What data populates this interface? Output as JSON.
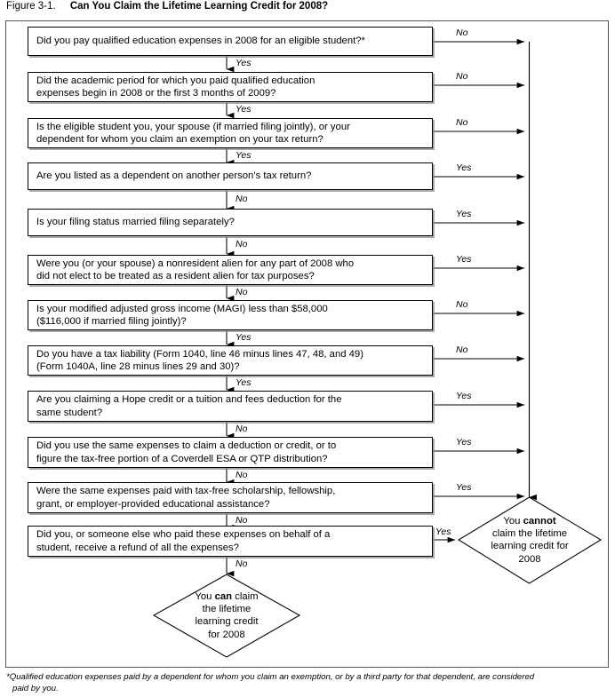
{
  "figure": {
    "label": "Figure 3-1.",
    "caption": "Can You Claim the Lifetime Learning Credit for 2008?"
  },
  "colors": {
    "box_border": "#000000",
    "box_shadow": "#8c8c8c",
    "frame_border": "#555555",
    "background": "#ffffff",
    "text": "#000000"
  },
  "chart_data": {
    "type": "diagram",
    "title": "Can You Claim the Lifetime Learning Credit for 2008?",
    "nodes": [
      {
        "id": "q1",
        "type": "decision-box",
        "lines": [
          "Did you pay qualified education expenses in 2008 for an eligible student?*"
        ]
      },
      {
        "id": "q2",
        "type": "decision-box",
        "lines": [
          "Did the academic period for which you paid qualified education",
          "expenses begin in 2008 or the first 3 months of 2009?"
        ]
      },
      {
        "id": "q3",
        "type": "decision-box",
        "lines": [
          "Is the eligible student you, your spouse (if married filing jointly), or your",
          "dependent for whom you claim an exemption on your tax return?"
        ]
      },
      {
        "id": "q4",
        "type": "decision-box",
        "lines": [
          "Are you listed as a dependent on another person’s tax return?"
        ]
      },
      {
        "id": "q5",
        "type": "decision-box",
        "lines": [
          "Is your filing status married filing separately?"
        ]
      },
      {
        "id": "q6",
        "type": "decision-box",
        "lines": [
          "Were you (or your spouse) a nonresident alien for any part of 2008 who",
          "did not elect to be treated as a resident alien for tax purposes?"
        ]
      },
      {
        "id": "q7",
        "type": "decision-box",
        "lines": [
          "Is your modified adjusted gross income (MAGI) less than $58,000",
          "($116,000 if married filing jointly)?"
        ]
      },
      {
        "id": "q8",
        "type": "decision-box",
        "lines": [
          "Do you have a tax liability (Form 1040, line 46 minus lines 47, 48, and 49)",
          "(Form 1040A, line 28 minus lines 29 and 30)?"
        ]
      },
      {
        "id": "q9",
        "type": "decision-box",
        "lines": [
          "Are you claiming a Hope credit or a tuition and fees deduction for the",
          "same student?"
        ]
      },
      {
        "id": "q10",
        "type": "decision-box",
        "lines": [
          "Did you use the same expenses to claim a deduction or credit, or to",
          "figure the tax-free portion of a Coverdell ESA or QTP distribution?"
        ]
      },
      {
        "id": "q11",
        "type": "decision-box",
        "lines": [
          "Were the same expenses paid with tax-free scholarship, fellowship,",
          "grant, or employer-provided educational assistance?"
        ]
      },
      {
        "id": "q12",
        "type": "decision-box",
        "lines": [
          "Did you, or someone else who paid these expenses on behalf of a",
          "student, receive a refund of all the expenses?"
        ]
      },
      {
        "id": "cannot",
        "type": "terminal-diamond",
        "lines": [
          "You cannot",
          "claim the lifetime",
          "learning credit for",
          "2008"
        ],
        "bold_word": "cannot"
      },
      {
        "id": "can",
        "type": "terminal-diamond",
        "lines": [
          "You can claim",
          "the lifetime",
          "learning credit",
          "for 2008"
        ],
        "bold_word": "can"
      }
    ],
    "edges": [
      {
        "from": "q1",
        "to": "q2",
        "label": "Yes"
      },
      {
        "from": "q1",
        "to": "cannot",
        "label": "No"
      },
      {
        "from": "q2",
        "to": "q3",
        "label": "Yes"
      },
      {
        "from": "q2",
        "to": "cannot",
        "label": "No"
      },
      {
        "from": "q3",
        "to": "q4",
        "label": "Yes"
      },
      {
        "from": "q3",
        "to": "cannot",
        "label": "No"
      },
      {
        "from": "q4",
        "to": "q5",
        "label": "No"
      },
      {
        "from": "q4",
        "to": "cannot",
        "label": "Yes"
      },
      {
        "from": "q5",
        "to": "q6",
        "label": "No"
      },
      {
        "from": "q5",
        "to": "cannot",
        "label": "Yes"
      },
      {
        "from": "q6",
        "to": "q7",
        "label": "No"
      },
      {
        "from": "q6",
        "to": "cannot",
        "label": "Yes"
      },
      {
        "from": "q7",
        "to": "q8",
        "label": "Yes"
      },
      {
        "from": "q7",
        "to": "cannot",
        "label": "No"
      },
      {
        "from": "q8",
        "to": "q9",
        "label": "Yes"
      },
      {
        "from": "q8",
        "to": "cannot",
        "label": "No"
      },
      {
        "from": "q9",
        "to": "q10",
        "label": "No"
      },
      {
        "from": "q9",
        "to": "cannot",
        "label": "Yes"
      },
      {
        "from": "q10",
        "to": "q11",
        "label": "No"
      },
      {
        "from": "q10",
        "to": "cannot",
        "label": "Yes"
      },
      {
        "from": "q11",
        "to": "q12",
        "label": "No"
      },
      {
        "from": "q11",
        "to": "cannot",
        "label": "Yes"
      },
      {
        "from": "q12",
        "to": "can",
        "label": "No"
      },
      {
        "from": "q12",
        "to": "cannot",
        "label": "Yes"
      }
    ]
  },
  "branch_labels": {
    "b1_no": "No",
    "b1_yes": "Yes",
    "b2_no": "No",
    "b2_yes": "Yes",
    "b3_no": "No",
    "b3_yes": "Yes",
    "b4_yes": "Yes",
    "b4_no": "No",
    "b5_yes": "Yes",
    "b5_no": "No",
    "b6_yes": "Yes",
    "b6_no": "No",
    "b7_no": "No",
    "b7_yes": "Yes",
    "b8_no": "No",
    "b8_yes": "Yes",
    "b9_yes": "Yes",
    "b9_no": "No",
    "b10_yes": "Yes",
    "b10_no": "No",
    "b11_yes": "Yes",
    "b11_no": "No",
    "b12_yes": "Yes",
    "b12_no": "No"
  },
  "terminals": {
    "cannot": {
      "l1_pre": "You ",
      "l1_bold": "cannot",
      "l2": "claim the lifetime",
      "l3": "learning credit for",
      "l4": "2008"
    },
    "can": {
      "l1_pre": "You ",
      "l1_bold": "can",
      "l1_post": " claim",
      "l2": "the lifetime",
      "l3": "learning credit",
      "l4": "for 2008"
    }
  },
  "footnote": {
    "line1": "*Qualified education expenses paid by a dependent for whom you claim an exemption, or by a third party for that dependent, are considered",
    "line2": "paid by you."
  }
}
